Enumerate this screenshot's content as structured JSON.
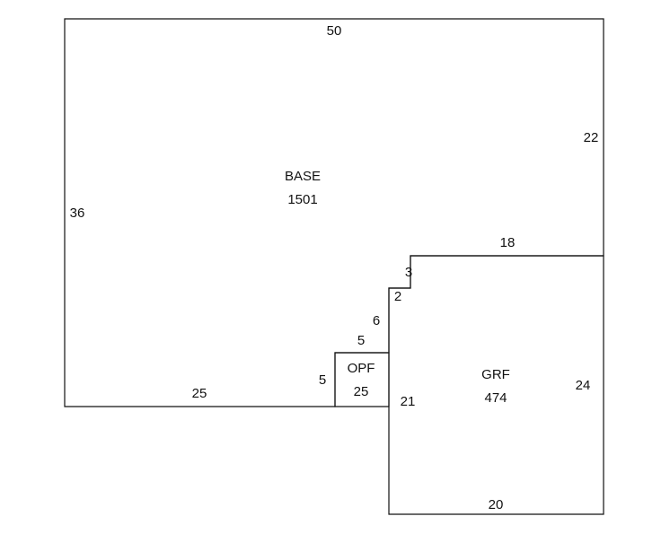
{
  "areas": {
    "base": {
      "name": "BASE",
      "area": "1501"
    },
    "opf": {
      "name": "OPF",
      "area": "25"
    },
    "grf": {
      "name": "GRF",
      "area": "474"
    }
  },
  "dimensions": {
    "base_top": "50",
    "base_right": "22",
    "base_left": "36",
    "base_bottom": "25",
    "step_top": "18",
    "step_vertical": "3",
    "step_horizontal": "2",
    "step_six": "6",
    "opf_top": "5",
    "opf_left": "5",
    "grf_left": "21",
    "grf_right": "24",
    "grf_bottom": "20"
  }
}
